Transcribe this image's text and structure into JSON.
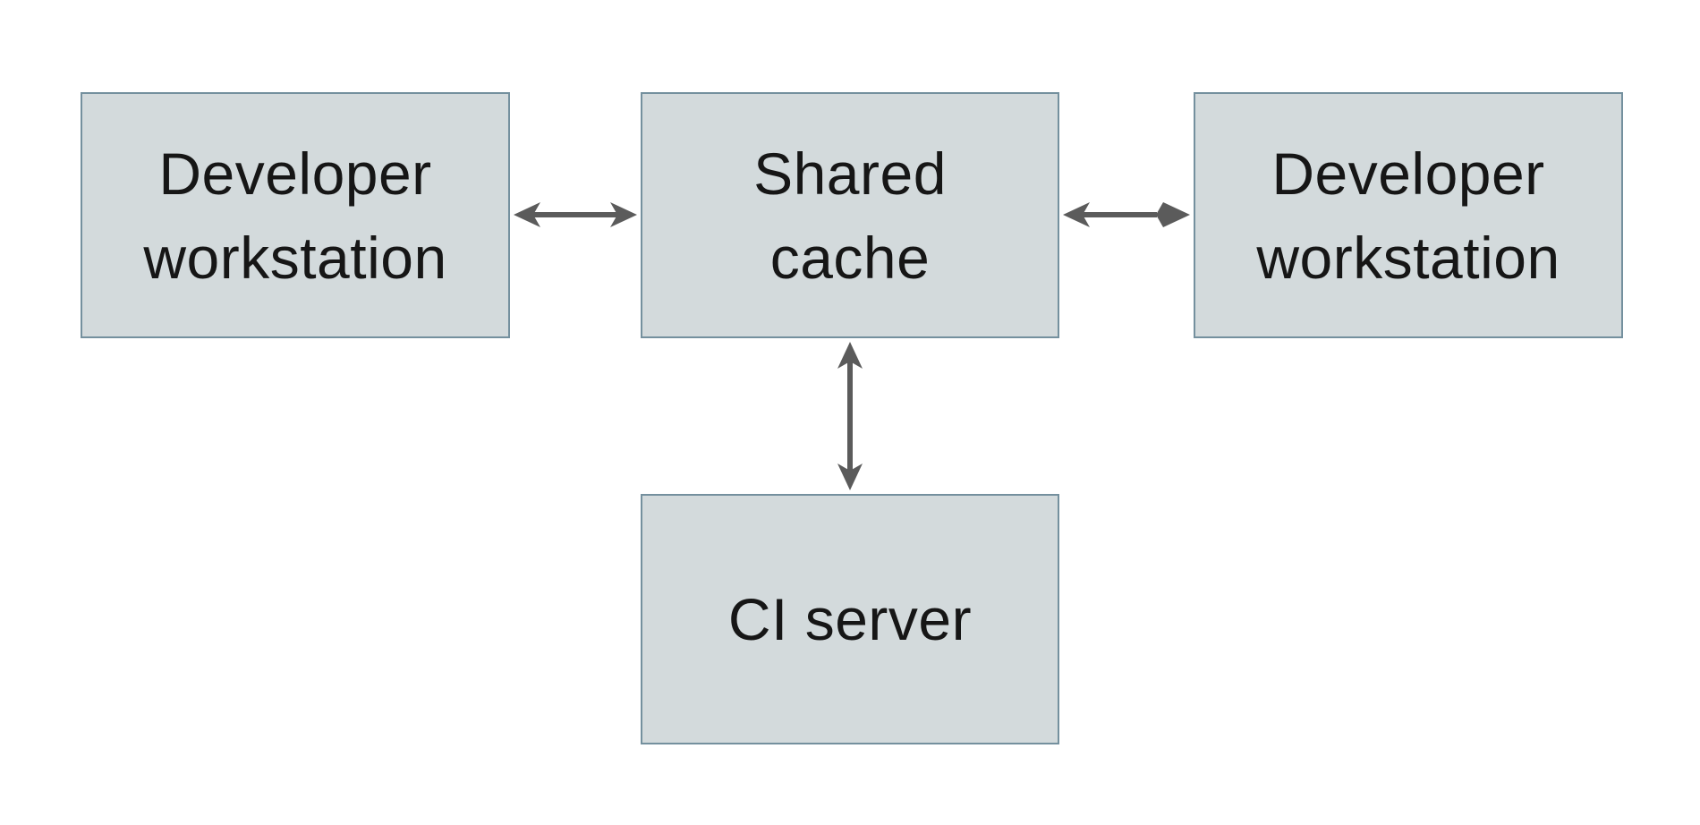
{
  "diagram": {
    "description": "Shared cache architecture diagram",
    "colors": {
      "background": "#ffffff",
      "node_fill": "#d3dadc",
      "node_border": "#74909e",
      "arrow": "#5b5b5b",
      "text": "#161616"
    },
    "nodes": [
      {
        "id": "developer-workstation-left",
        "label": "Developer workstation",
        "line1": "Developer",
        "line2": "workstation"
      },
      {
        "id": "shared-cache",
        "label": "Shared cache",
        "line1": "Shared",
        "line2": "cache"
      },
      {
        "id": "developer-workstation-right",
        "label": "Developer workstation",
        "line1": "Developer",
        "line2": "workstation"
      },
      {
        "id": "ci-server",
        "label": "CI server",
        "line1": "CI server"
      }
    ],
    "edges": [
      {
        "from": "Developer workstation (left)",
        "to": "Shared cache",
        "direction": "bidirectional"
      },
      {
        "from": "Shared cache",
        "to": "Developer workstation (right)",
        "direction": "bidirectional"
      },
      {
        "from": "Shared cache",
        "to": "CI server",
        "direction": "bidirectional"
      }
    ]
  }
}
